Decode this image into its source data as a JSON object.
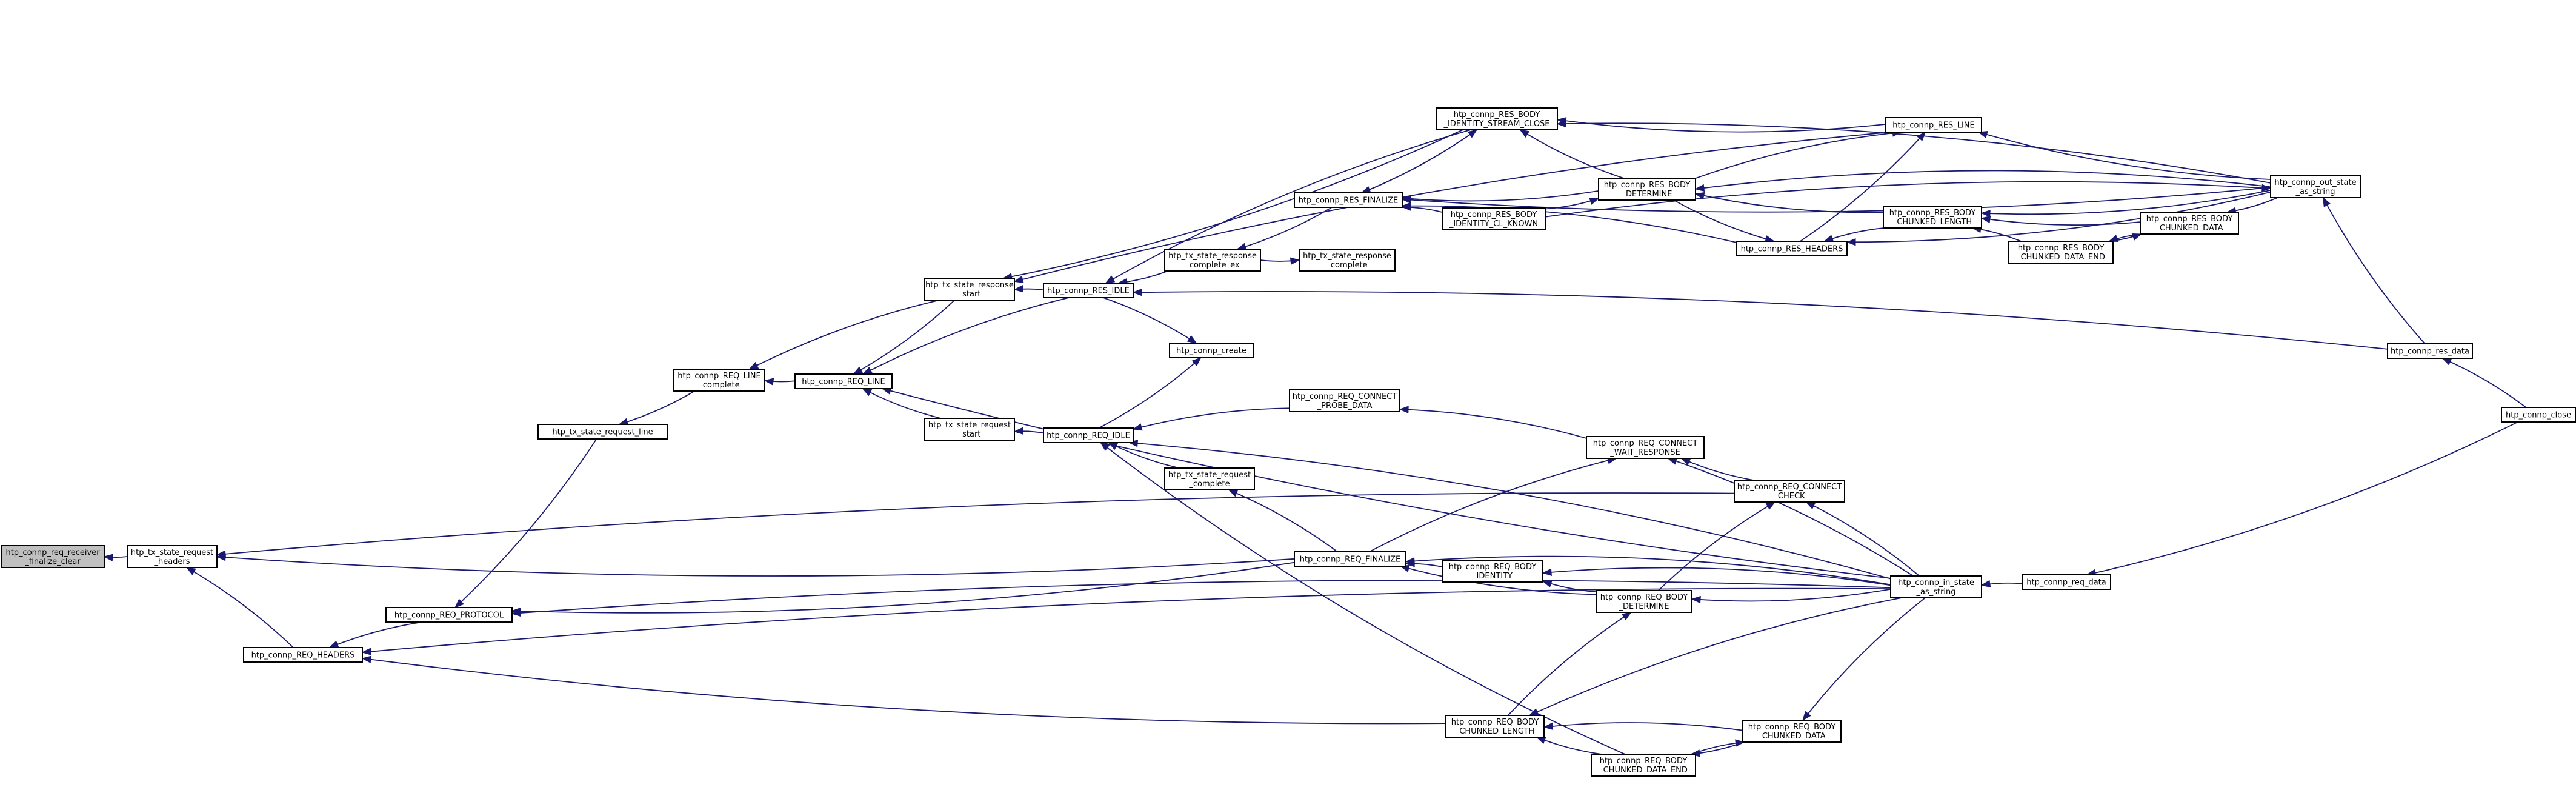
{
  "nodes": [
    {
      "id": "root",
      "lines": [
        "htp_connp_req_receiver",
        "_finalize_clear"
      ]
    },
    {
      "id": "tx_req_headers",
      "lines": [
        "htp_tx_state_request",
        "_headers"
      ]
    },
    {
      "id": "req_headers",
      "lines": [
        "htp_connp_REQ_HEADERS"
      ]
    },
    {
      "id": "req_protocol",
      "lines": [
        "htp_connp_REQ_PROTOCOL"
      ]
    },
    {
      "id": "tx_req_line",
      "lines": [
        "htp_tx_state_request_line"
      ]
    },
    {
      "id": "req_line_complete",
      "lines": [
        "htp_connp_REQ_LINE",
        "_complete"
      ]
    },
    {
      "id": "req_line",
      "lines": [
        "htp_connp_REQ_LINE"
      ]
    },
    {
      "id": "tx_resp_start",
      "lines": [
        "htp_tx_state_response",
        "_start"
      ]
    },
    {
      "id": "tx_req_start",
      "lines": [
        "htp_tx_state_request",
        "_start"
      ]
    },
    {
      "id": "res_idle",
      "lines": [
        "htp_connp_RES_IDLE"
      ]
    },
    {
      "id": "req_idle",
      "lines": [
        "htp_connp_REQ_IDLE"
      ]
    },
    {
      "id": "create",
      "lines": [
        "htp_connp_create"
      ]
    },
    {
      "id": "tx_resp_complete_ex",
      "lines": [
        "htp_tx_state_response",
        "_complete_ex"
      ]
    },
    {
      "id": "tx_resp_complete",
      "lines": [
        "htp_tx_state_response",
        "_complete"
      ]
    },
    {
      "id": "res_finalize",
      "lines": [
        "htp_connp_RES_FINALIZE"
      ]
    },
    {
      "id": "res_body_identity_close",
      "lines": [
        "htp_connp_RES_BODY",
        "_IDENTITY_STREAM_CLOSE"
      ]
    },
    {
      "id": "res_body_identity_cl",
      "lines": [
        "htp_connp_RES_BODY",
        "_IDENTITY_CL_KNOWN"
      ]
    },
    {
      "id": "res_body_determine",
      "lines": [
        "htp_connp_RES_BODY",
        "_DETERMINE"
      ]
    },
    {
      "id": "res_line",
      "lines": [
        "htp_connp_RES_LINE"
      ]
    },
    {
      "id": "res_headers",
      "lines": [
        "htp_connp_RES_HEADERS"
      ]
    },
    {
      "id": "res_body_chunked_length",
      "lines": [
        "htp_connp_RES_BODY",
        "_CHUNKED_LENGTH"
      ]
    },
    {
      "id": "res_body_chunked_data_end",
      "lines": [
        "htp_connp_RES_BODY",
        "_CHUNKED_DATA_END"
      ]
    },
    {
      "id": "res_body_chunked_data",
      "lines": [
        "htp_connp_RES_BODY",
        "_CHUNKED_DATA"
      ]
    },
    {
      "id": "out_state",
      "lines": [
        "htp_connp_out_state",
        "_as_string"
      ]
    },
    {
      "id": "res_data",
      "lines": [
        "htp_connp_res_data"
      ]
    },
    {
      "id": "close",
      "lines": [
        "htp_connp_close"
      ]
    },
    {
      "id": "req_connect_probe",
      "lines": [
        "htp_connp_REQ_CONNECT",
        "_PROBE_DATA"
      ]
    },
    {
      "id": "req_connect_wait",
      "lines": [
        "htp_connp_REQ_CONNECT",
        "_WAIT_RESPONSE"
      ]
    },
    {
      "id": "req_connect_check",
      "lines": [
        "htp_connp_REQ_CONNECT",
        "_CHECK"
      ]
    },
    {
      "id": "tx_req_complete",
      "lines": [
        "htp_tx_state_request",
        "_complete"
      ]
    },
    {
      "id": "req_finalize",
      "lines": [
        "htp_connp_REQ_FINALIZE"
      ]
    },
    {
      "id": "req_body_identity",
      "lines": [
        "htp_connp_REQ_BODY",
        "_IDENTITY"
      ]
    },
    {
      "id": "req_body_determine",
      "lines": [
        "htp_connp_REQ_BODY",
        "_DETERMINE"
      ]
    },
    {
      "id": "in_state",
      "lines": [
        "htp_connp_in_state",
        "_as_string"
      ]
    },
    {
      "id": "req_data",
      "lines": [
        "htp_connp_req_data"
      ]
    },
    {
      "id": "req_body_chunked_length",
      "lines": [
        "htp_connp_REQ_BODY",
        "_CHUNKED_LENGTH"
      ]
    },
    {
      "id": "req_body_chunked_data",
      "lines": [
        "htp_connp_REQ_BODY",
        "_CHUNKED_DATA"
      ]
    },
    {
      "id": "req_body_chunked_data_end",
      "lines": [
        "htp_connp_REQ_BODY",
        "_CHUNKED_DATA_END"
      ]
    }
  ],
  "edges": [
    [
      "tx_req_headers",
      "root"
    ],
    [
      "req_headers",
      "tx_req_headers"
    ],
    [
      "req_finalize",
      "tx_req_headers"
    ],
    [
      "req_connect_check",
      "tx_req_headers"
    ],
    [
      "tx_req_line",
      "req_protocol"
    ],
    [
      "req_protocol",
      "req_headers"
    ],
    [
      "req_body_chunked_length",
      "req_headers"
    ],
    [
      "in_state",
      "req_headers"
    ],
    [
      "req_line_complete",
      "tx_req_line"
    ],
    [
      "tx_resp_start",
      "req_line_complete"
    ],
    [
      "req_line",
      "req_line_complete"
    ],
    [
      "res_idle",
      "tx_resp_start"
    ],
    [
      "res_body_identity_close",
      "tx_resp_start"
    ],
    [
      "res_line",
      "tx_resp_start"
    ],
    [
      "tx_resp_start",
      "req_line"
    ],
    [
      "res_idle",
      "req_line"
    ],
    [
      "in_state",
      "req_line"
    ],
    [
      "req_idle",
      "tx_req_start"
    ],
    [
      "tx_req_start",
      "req_line"
    ],
    [
      "res_body_identity_close",
      "res_idle"
    ],
    [
      "tx_resp_complete_ex",
      "res_idle"
    ],
    [
      "res_data",
      "res_idle"
    ],
    [
      "res_idle",
      "create"
    ],
    [
      "req_idle",
      "create"
    ],
    [
      "res_finalize",
      "tx_resp_complete_ex"
    ],
    [
      "tx_resp_complete_ex",
      "tx_resp_complete"
    ],
    [
      "res_body_identity_close",
      "res_finalize"
    ],
    [
      "res_body_identity_cl",
      "res_finalize"
    ],
    [
      "res_body_determine",
      "res_finalize"
    ],
    [
      "res_headers",
      "res_finalize"
    ],
    [
      "out_state",
      "res_finalize"
    ],
    [
      "res_finalize",
      "res_body_identity_close"
    ],
    [
      "res_line",
      "res_body_identity_close"
    ],
    [
      "out_state",
      "res_body_identity_close"
    ],
    [
      "res_body_determine",
      "res_body_identity_close"
    ],
    [
      "res_body_identity_cl",
      "res_body_determine"
    ],
    [
      "res_body_chunked_length",
      "res_body_determine"
    ],
    [
      "out_state",
      "res_body_determine"
    ],
    [
      "res_body_determine",
      "res_line"
    ],
    [
      "res_headers",
      "res_line"
    ],
    [
      "out_state",
      "res_line"
    ],
    [
      "res_body_determine",
      "res_headers"
    ],
    [
      "out_state",
      "res_headers"
    ],
    [
      "res_body_chunked_length",
      "res_headers"
    ],
    [
      "res_body_chunked_data",
      "res_body_chunked_length"
    ],
    [
      "res_body_chunked_data_end",
      "res_body_chunked_length"
    ],
    [
      "out_state",
      "res_body_chunked_length"
    ],
    [
      "res_body_chunked_data",
      "res_body_chunked_data_end"
    ],
    [
      "out_state",
      "res_body_chunked_data"
    ],
    [
      "res_body_chunked_data_end",
      "res_body_chunked_data"
    ],
    [
      "res_data",
      "out_state"
    ],
    [
      "close",
      "res_data"
    ],
    [
      "close",
      "req_data"
    ],
    [
      "req_data",
      "in_state"
    ],
    [
      "res_body_identity_cl",
      "out_state"
    ],
    [
      "req_connect_probe",
      "req_idle"
    ],
    [
      "tx_req_complete",
      "req_idle"
    ],
    [
      "in_state",
      "req_idle"
    ],
    [
      "req_body_chunked_data_end",
      "req_idle"
    ],
    [
      "req_connect_wait",
      "req_connect_probe"
    ],
    [
      "req_connect_check",
      "req_connect_wait"
    ],
    [
      "in_state",
      "req_connect_wait"
    ],
    [
      "req_finalize",
      "req_connect_wait"
    ],
    [
      "in_state",
      "req_connect_check"
    ],
    [
      "req_body_determine",
      "req_connect_check"
    ],
    [
      "req_finalize",
      "tx_req_complete"
    ],
    [
      "req_finalize",
      "req_protocol"
    ],
    [
      "req_body_identity",
      "req_finalize"
    ],
    [
      "req_body_determine",
      "req_finalize"
    ],
    [
      "in_state",
      "req_finalize"
    ],
    [
      "req_body_determine",
      "req_body_identity"
    ],
    [
      "in_state",
      "req_body_identity"
    ],
    [
      "in_state",
      "req_body_determine"
    ],
    [
      "in_state",
      "req_protocol"
    ],
    [
      "req_body_chunked_length",
      "req_body_determine"
    ],
    [
      "req_body_chunked_data",
      "req_body_chunked_length"
    ],
    [
      "req_body_chunked_data_end",
      "req_body_chunked_length"
    ],
    [
      "in_state",
      "req_body_chunked_length"
    ],
    [
      "req_body_chunked_data",
      "req_body_chunked_data_end"
    ],
    [
      "in_state",
      "req_body_chunked_data"
    ],
    [
      "req_body_chunked_data_end",
      "req_body_chunked_data"
    ]
  ]
}
